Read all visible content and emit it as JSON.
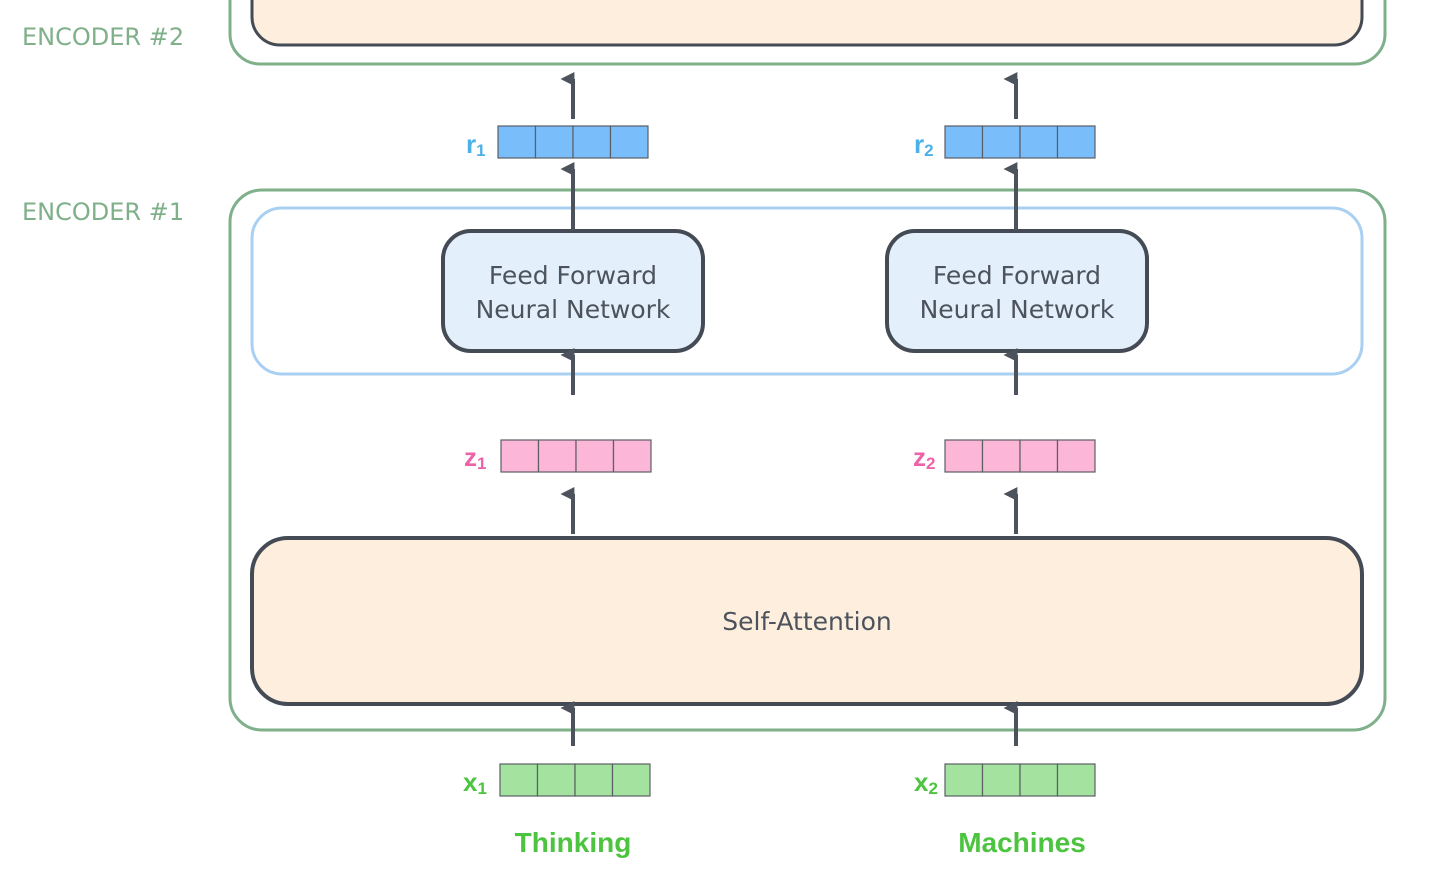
{
  "encoders": [
    {
      "label": "ENCODER #2"
    },
    {
      "label": "ENCODER #1"
    }
  ],
  "ffn_label_line1": "Feed Forward",
  "ffn_label_line2": "Neural Network",
  "self_attention_label": "Self-Attention",
  "columns": [
    {
      "word": "Thinking",
      "x_letter": "x",
      "x_sub": "1",
      "z_letter": "z",
      "z_sub": "1",
      "r_letter": "r",
      "r_sub": "1"
    },
    {
      "word": "Machines",
      "x_letter": "x",
      "x_sub": "2",
      "z_letter": "z",
      "z_sub": "2",
      "r_letter": "r",
      "r_sub": "2"
    }
  ],
  "vector_cells": 4,
  "colors": {
    "encoder_border": "#7fb08a",
    "encoder_label": "#7fb08a",
    "ffn_group_border": "#a9d0f2",
    "ffn_box_fill": "#e3f0fc",
    "block_border": "#454b55",
    "self_attention_fill": "#fdeedd",
    "arrow": "#4d535c",
    "text_dark": "#4d535c",
    "x_vector_fill": "#a3e29f",
    "x_label": "#4cc43f",
    "z_vector_fill": "#fcb6d8",
    "z_label": "#ee62a8",
    "r_vector_fill": "#79bdfb",
    "r_label": "#4db1e9",
    "cell_border": "#5a5f66"
  }
}
